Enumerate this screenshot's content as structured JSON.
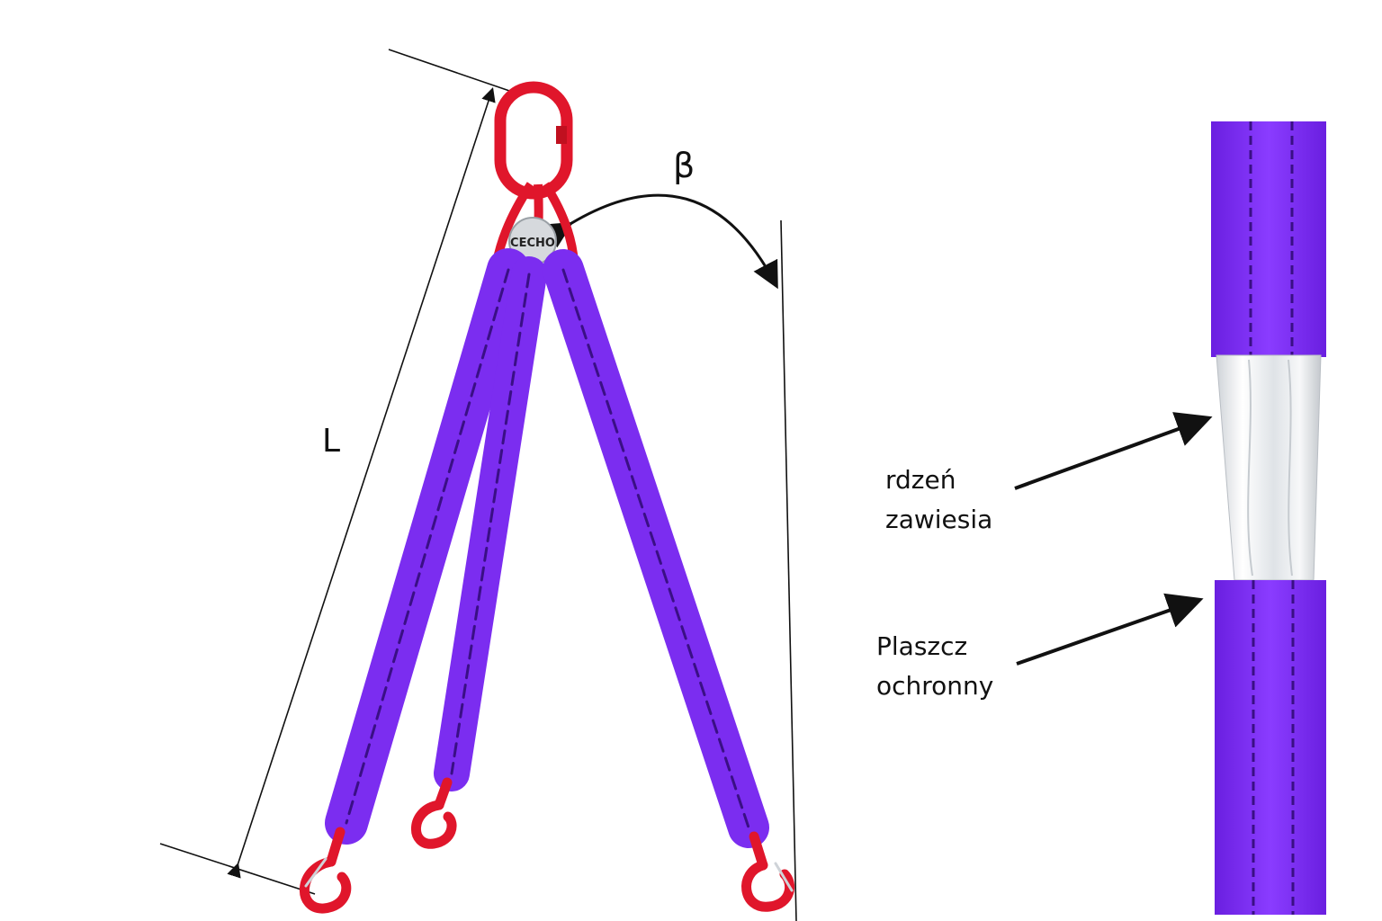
{
  "dimensions": {
    "length_label": "L",
    "angle_label": "β"
  },
  "tag": {
    "brand": "CECHO"
  },
  "callouts": {
    "core": {
      "line1": "rdzeń",
      "line2": "zawiesia"
    },
    "cover": {
      "line1": "Plaszcz",
      "line2": "ochronny"
    }
  },
  "colors": {
    "sling_purple": "#7b2df0",
    "sling_stitch": "#3a0f85",
    "hardware_red": "#e0162b",
    "core_white": "#e9ecef",
    "line_black": "#111111"
  }
}
